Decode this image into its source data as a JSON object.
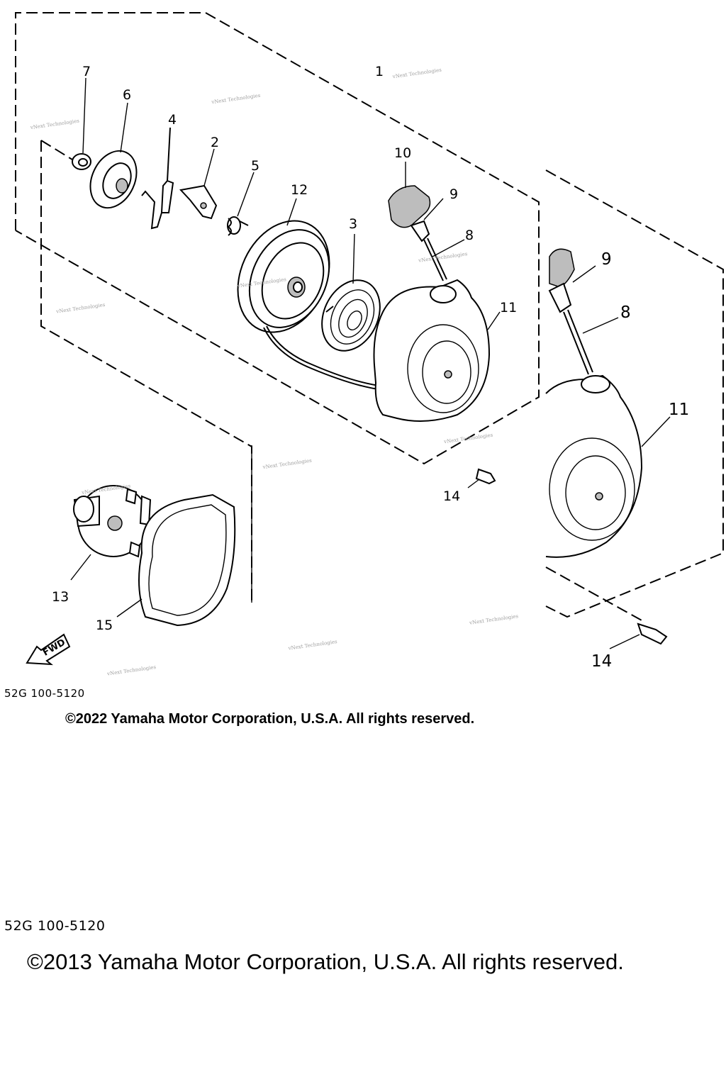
{
  "callouts": {
    "c1": "1",
    "c2": "2",
    "c3": "3",
    "c4": "4",
    "c5": "5",
    "c6": "6",
    "c7": "7",
    "c8": "8",
    "c9": "9",
    "c10": "10",
    "c11": "11",
    "c12": "12",
    "c13": "13",
    "c14": "14",
    "c15": "15",
    "inset_8": "8",
    "inset_9": "9",
    "inset_11": "11",
    "inset_14": "14"
  },
  "fwd_label": "FWD",
  "watermark": "vNext Technologies",
  "diagram_code": "52G 100-5120",
  "copyright_2022": "©2022 Yamaha Motor Corporation, U.S.A. All rights reserved.",
  "footer_code": "52G 100-5120",
  "copyright_2013": "©2013 Yamaha Motor Corporation, U.S.A. All rights reserved."
}
